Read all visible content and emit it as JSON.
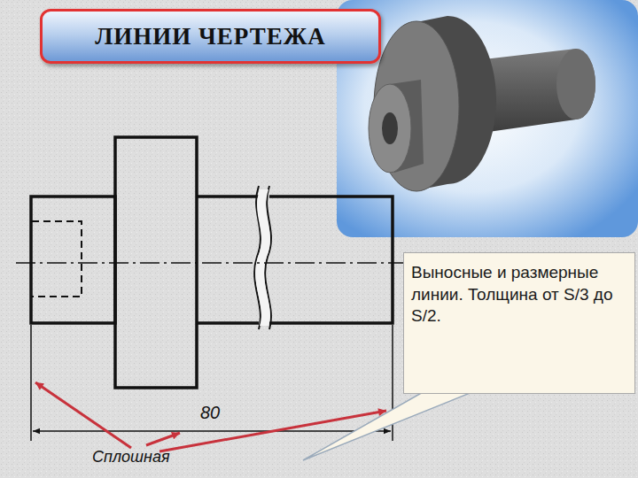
{
  "diagram": {
    "title": "ЛИНИИ ЧЕРТЕЖА",
    "nodes": [
      {
        "text": [
          "Выносные и размерные линии. Толщина  от S/3 до S/2."
        ]
      }
    ],
    "labels": [
      "80",
      "Сплошная"
    ]
  }
}
